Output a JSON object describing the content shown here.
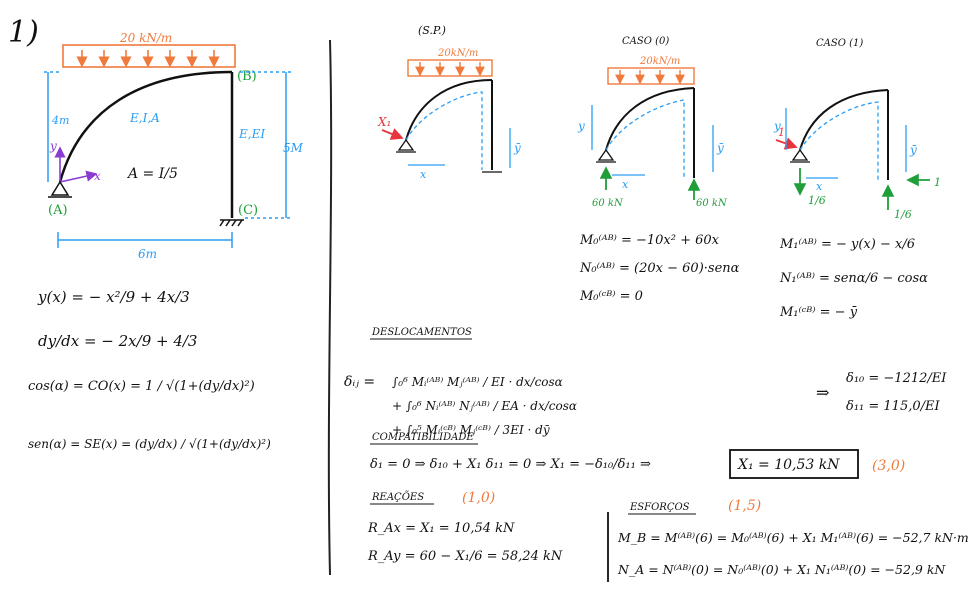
{
  "colors": {
    "ink": "#111111",
    "blue": "#2a9df4",
    "orange": "#f07a3c",
    "green": "#1f9e3a",
    "red": "#e8343c",
    "purple": "#8a3bd1"
  },
  "left": {
    "number": "1)",
    "load": "20 kN/m",
    "label_4m": "4m",
    "label_EIA": "E,I,A",
    "label_B": "(B)",
    "label_EI": "E,EI",
    "label_5m": "5M",
    "label_A_eq": "A = I/5",
    "label_A": "(A)",
    "label_C": "(C)",
    "label_6m": "6m",
    "axis_y": "y",
    "axis_x": "x",
    "eq1": "y(x) = − x²/9 + 4x/3",
    "eq2": "dy/dx = − 2x/9 + 4/3",
    "eq3": "cos(α) = CO(x) = 1 / √(1+(dy/dx)²)",
    "eq4": "sen(α) = SE(x) = (dy/dx) / √(1+(dy/dx)²)"
  },
  "sp": {
    "title": "(S.P.)",
    "load": "20kN/m",
    "x1": "X₁",
    "xlab": "x",
    "ybar": "ȳ"
  },
  "case0": {
    "title": "CASO (0)",
    "load": "20kN/m",
    "y": "y",
    "x": "x",
    "ybar": "ȳ",
    "r_left": "60 kN",
    "r_right": "60 kN",
    "m_ab": "M₀⁽ᴬᴮ⁾ = −10x² + 60x",
    "n_ab": "N₀⁽ᴬᴮ⁾ = (20x − 60)·senα",
    "m_cb": "M₀⁽ᶜᴮ⁾ = 0"
  },
  "case1": {
    "title": "CASO (1)",
    "one": "1",
    "y": "y",
    "x": "x",
    "ybar": "ȳ",
    "one_right": "1",
    "r_left": "1/6",
    "r_right": "1/6",
    "m_ab": "M₁⁽ᴬᴮ⁾ = − y(x) − x/6",
    "n_ab": "N₁⁽ᴬᴮ⁾ = senα/6 − cosα",
    "m_cb": "M₁⁽ᶜᴮ⁾ = − ȳ"
  },
  "desloc": {
    "heading": "DESLOCAMENTOS",
    "lhs": "δᵢⱼ =",
    "int1": "∫₀⁶ Mᵢ⁽ᴬᴮ⁾ Mⱼ⁽ᴬᴮ⁾ / EI · dx/cosα",
    "int2": "+ ∫₀⁶ Nᵢ⁽ᴬᴮ⁾ Nⱼ⁽ᴬᴮ⁾ / EA · dx/cosα",
    "int3": "+ ∫₀⁵ Mᵢ⁽ᶜᴮ⁾ Mⱼ⁽ᶜᴮ⁾ / 3EI · dȳ",
    "arrow": "⇒",
    "d10": "δ₁₀ = −1212/EI",
    "d11": "δ₁₁ = 115,0/EI"
  },
  "compat": {
    "heading": "COMPATIBILIDADE",
    "eq": "δ₁ = 0 ⇒ δ₁₀ + X₁ δ₁₁ = 0 ⇒ X₁ = −δ₁₀/δ₁₁ ⇒",
    "result": "X₁ = 10,53 kN",
    "score": "(3,0)"
  },
  "reacoes": {
    "heading": "REAÇÕES",
    "score": "(1,0)",
    "rax": "R_Ax = X₁ = 10,54 kN",
    "ray": "R_Ay = 60 − X₁/6 = 58,24 kN"
  },
  "esforcos": {
    "heading": "ESFORÇOS",
    "score": "(1,5)",
    "mb": "M_B = M⁽ᴬᴮ⁾(6) = M₀⁽ᴬᴮ⁾(6) + X₁ M₁⁽ᴬᴮ⁾(6) = −52,7 kN·m",
    "na": "N_A = N⁽ᴬᴮ⁾(0) = N₀⁽ᴬᴮ⁾(0) + X₁ N₁⁽ᴬᴮ⁾(0) = −52,9 kN"
  }
}
